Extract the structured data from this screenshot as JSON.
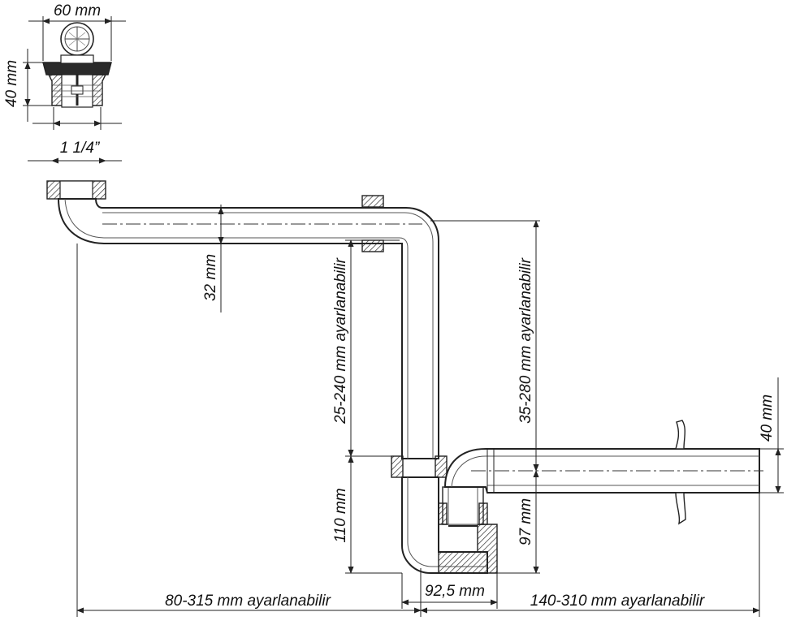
{
  "dimensions": {
    "top_width": "60 mm",
    "top_height": "40 mm",
    "thread": "1 1/4”",
    "pipe_diameter": "32 mm",
    "adjust_left_vertical": "25-240 mm ayarlanabilir",
    "adjust_right_vertical": "35-280 mm ayarlanabilir",
    "outlet_diameter": "40 mm",
    "lower_height": "110 mm",
    "trap_height": "97 mm",
    "trap_width": "92,5 mm",
    "adjust_left_horizontal": "80-315 mm ayarlanabilir",
    "adjust_right_horizontal": "140-310 mm ayarlanabilir"
  },
  "icons": {
    "drain_top": "drain-strainer-icon",
    "wall_flange": "wall-rosette-icon"
  }
}
